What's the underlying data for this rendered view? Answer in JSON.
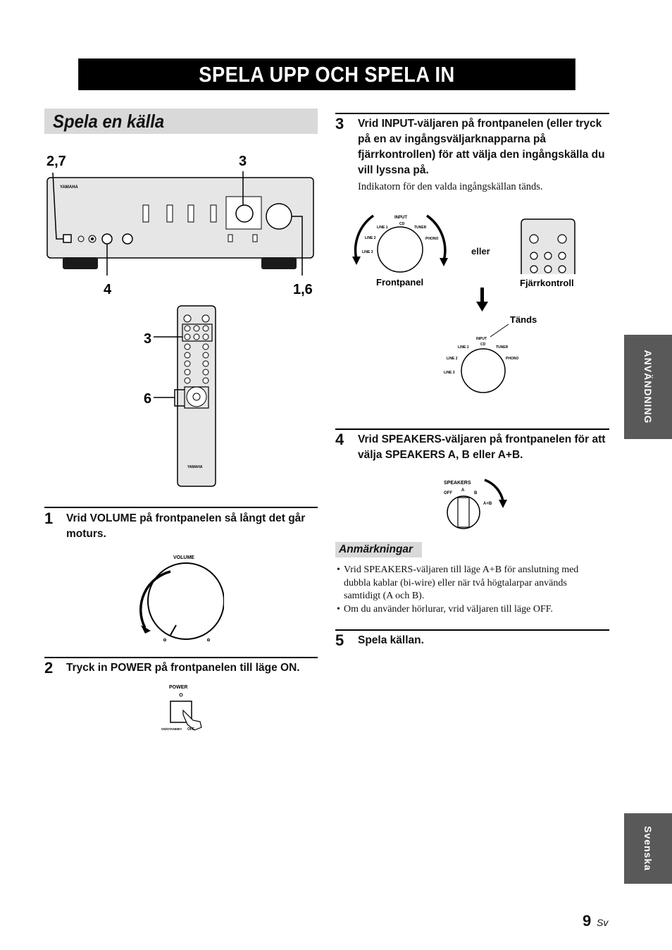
{
  "banner_title": "SPELA UPP OCH SPELA IN",
  "section_title": "Spela en källa",
  "callouts": {
    "c27": "2,7",
    "c3a": "3",
    "c4": "4",
    "c16": "1,6",
    "c3b": "3",
    "c6": "6"
  },
  "brand": "YAMAHA",
  "steps": {
    "s1": {
      "num": "1",
      "text": "Vrid VOLUME på frontpanelen så långt det går moturs."
    },
    "s2": {
      "num": "2",
      "text": "Tryck in POWER på frontpanelen till läge ON."
    },
    "s3": {
      "num": "3",
      "text": "Vrid INPUT-väljaren på frontpanelen (eller tryck på en av ingångsväljarknapparna på fjärrkontrollen) för att välja den ingångskälla du vill lyssna på.",
      "sub": "Indikatorn för den valda ingångskällan tänds."
    },
    "s4": {
      "num": "4",
      "text": "Vrid SPEAKERS-väljaren på frontpanelen för att välja SPEAKERS A, B eller A+B."
    },
    "s5": {
      "num": "5",
      "text": "Spela källan."
    }
  },
  "figures": {
    "volume_label": "VOLUME",
    "power_label": "POWER",
    "power_standby": "ON/STANDBY",
    "power_off": "OFF",
    "input_label": "INPUT",
    "input_cd": "CD",
    "input_tuner": "TUNER",
    "input_phono": "PHONO",
    "input_line1": "LINE 1",
    "input_line2": "LINE 2",
    "input_line3": "LINE 3",
    "or_label": "eller",
    "frontpanel_label": "Frontpanel",
    "remote_label": "Fjärrkontroll",
    "lights_label": "Tänds",
    "speakers_label": "SPEAKERS",
    "spk_off": "OFF",
    "spk_a": "A",
    "spk_b": "B",
    "spk_ab": "A+B"
  },
  "notes": {
    "title": "Anmärkningar",
    "items": [
      "Vrid SPEAKERS-väljaren till läge A+B för anslutning med dubbla kablar (bi-wire) eller när två högtalarpar används samtidigt (A och B).",
      "Om du använder hörlurar, vrid väljaren till läge OFF."
    ]
  },
  "side_tabs": {
    "usage": "ANVÄNDNING",
    "language": "Svenska"
  },
  "footer": {
    "page_number": "9",
    "lang_code": "Sv"
  }
}
